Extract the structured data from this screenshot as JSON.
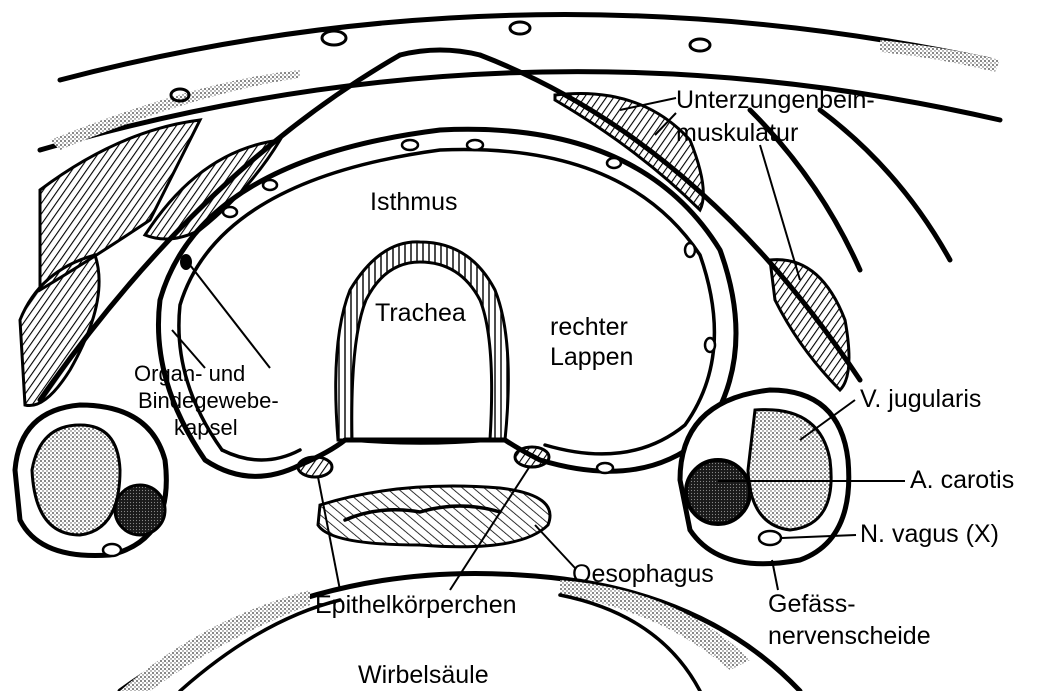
{
  "labels": {
    "unterzungenbein_line1": "Unterzungenbein-",
    "unterzungenbein_line2": "muskulatur",
    "isthmus": "Isthmus",
    "trachea": "Trachea",
    "rechter_lappen_line1": "rechter",
    "rechter_lappen_line2": "Lappen",
    "kapsel_line1": "Organ- und",
    "kapsel_line2": "Bindegewebe-",
    "kapsel_line3": "kapsel",
    "v_jugularis": "V. jugularis",
    "a_carotis": "A. carotis",
    "n_vagus": "N. vagus (X)",
    "oesophagus": "Oesophagus",
    "epithelkoerperchen": "Epithelkörperchen",
    "gefaess_line1": "Gefäss-",
    "gefaess_line2": "nervenscheide",
    "wirbelsaeule": "Wirbelsäule"
  },
  "colors": {
    "ink": "#000000",
    "paper": "#ffffff",
    "shade": "#6e6e6e"
  }
}
